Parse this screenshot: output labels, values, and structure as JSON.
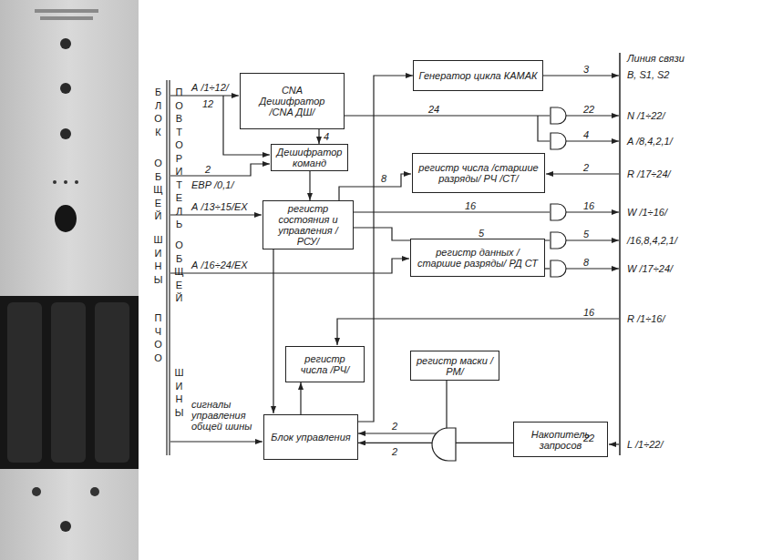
{
  "diagram": {
    "nodes": [
      {
        "text": [
          "CNA",
          "Дешифратор /CNA ДШ/"
        ]
      },
      {
        "text": [
          "Генератор цикла КАМАК"
        ]
      },
      {
        "text": [
          "Дешифратор команд"
        ]
      },
      {
        "text": [
          "регистр числа /старшие разряды/ РЧ /СТ/"
        ]
      },
      {
        "text": [
          "регистр состояния и управления /РСУ/"
        ]
      },
      {
        "text": [
          "регистр данных /старшие разряды/ РД СТ"
        ]
      },
      {
        "text": [
          "регистр числа /РЧ/"
        ]
      },
      {
        "text": [
          "регистр маски /РМ/"
        ]
      },
      {
        "text": [
          "Блок управления"
        ]
      },
      {
        "text": [
          "Накопитель запросов"
        ]
      }
    ],
    "edges": [
      {
        "from": 0,
        "to": 2,
        "arrow": "to"
      },
      {
        "from": 8,
        "to": 1,
        "arrow": "to"
      },
      {
        "from": 9,
        "to": 8,
        "arrow": "to"
      },
      {
        "from": 7,
        "to": 8,
        "arrow": "to"
      },
      {
        "from": 2,
        "to": 4,
        "arrow": "to"
      },
      {
        "from": 8,
        "to": 6,
        "arrow": "to"
      }
    ],
    "labels": [
      "БЛОК",
      "ОБЩЕЙ",
      "ШИНЫ",
      "ПЧОО",
      "ПОВТОРИТЕЛЬ",
      "ОБЩЕЙ",
      "ШИНЫ",
      "А /1÷12/",
      "12",
      "ЕВР /0,1/",
      "2",
      "А /13÷15/ЕХ",
      "А /16÷24/ЕХ",
      "сигналы управления общей шины",
      "4",
      "24",
      "3",
      "22",
      "4",
      "2",
      "8",
      "16",
      "16",
      "5",
      "5",
      "8",
      "16",
      "2",
      "2",
      "22",
      "Линия связи",
      "В, S1, S2",
      "N /1÷22/",
      "A /8,4,2,1/",
      "R /17÷24/",
      "W /1÷16/",
      "/16,8,4,2,1/",
      "W /17÷24/",
      "R /1÷16/",
      "L /1÷22/"
    ]
  }
}
